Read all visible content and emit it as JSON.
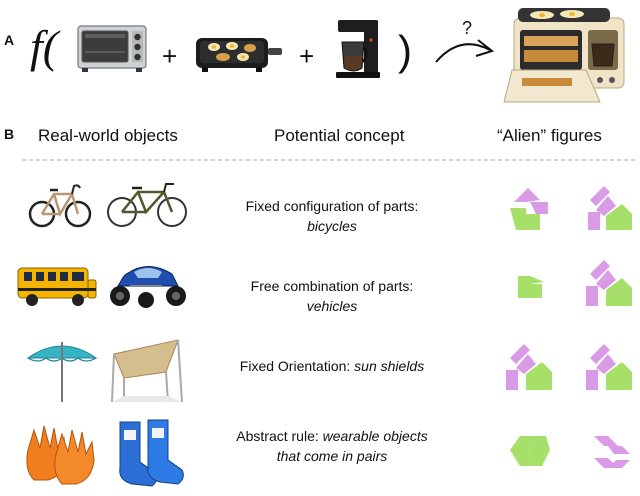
{
  "panel_a": {
    "label": "A",
    "function_symbol": "f(",
    "close_paren": ")",
    "plus_1": "+",
    "plus_2": "+",
    "arrow_label": "?",
    "inputs": [
      {
        "icon": "toaster-oven-icon"
      },
      {
        "icon": "electric-griddle-icon"
      },
      {
        "icon": "coffee-maker-icon"
      }
    ],
    "output": {
      "icon": "breakfast-station-icon"
    }
  },
  "panel_b": {
    "label": "B",
    "col_objects": "Real-world objects",
    "col_concept": "Potential concept",
    "col_alien": "“Alien” figures",
    "rows": [
      {
        "concept_plain": "Fixed configuration of parts: ",
        "concept_italic": "bicycles",
        "objects": [
          "gravel-bike-icon",
          "city-bike-icon"
        ]
      },
      {
        "concept_plain": "Free combination of parts: ",
        "concept_italic": "vehicles",
        "objects": [
          "school-bus-icon",
          "atv-vehicle-icon"
        ]
      },
      {
        "concept_plain": "Fixed Orientation: ",
        "concept_italic": "sun shields",
        "objects": [
          "beach-umbrella-icon",
          "sun-sail-icon"
        ]
      },
      {
        "concept_plain": "Abstract rule: ",
        "concept_italic": "wearable objects that come in pairs",
        "objects": [
          "gloves-icon",
          "socks-icon"
        ]
      }
    ]
  },
  "colors": {
    "alien_purple": "#d99ae6",
    "alien_green": "#a6df6a",
    "divider": "#aaaaaa"
  }
}
